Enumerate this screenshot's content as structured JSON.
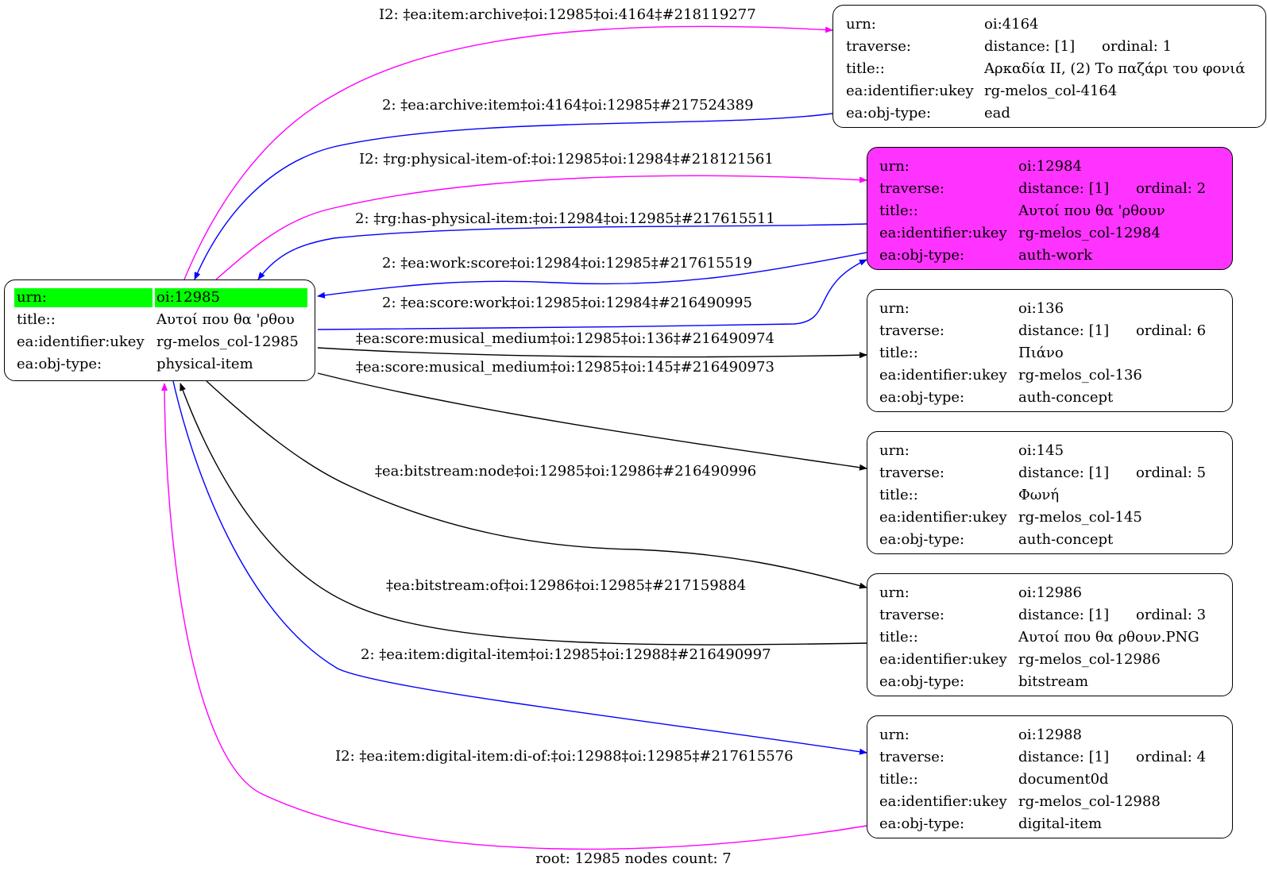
{
  "colors": {
    "root_hl": "#00ff00",
    "selected": "#ff33ff",
    "magenta_edge": "#ff00ff",
    "blue_edge": "#0000ff",
    "black_edge": "#000000"
  },
  "nodes": {
    "n12985": {
      "rows": [
        {
          "k": "urn:",
          "v": "oi:12985"
        },
        {
          "k": "title::",
          "v": "Αυτοί που θα 'ρθου"
        },
        {
          "k": "ea:identifier:ukey",
          "v": "rg-melos_col-12985"
        },
        {
          "k": "ea:obj-type:",
          "v": "physical-item"
        }
      ]
    },
    "n4164": {
      "rows": [
        {
          "k": "urn:",
          "v": "oi:4164"
        },
        {
          "k": "traverse:",
          "v": "distance: [1]",
          "o": "ordinal: 1"
        },
        {
          "k": "title::",
          "v": "Αρκαδία II, (2) Το παζάρι του φονιά"
        },
        {
          "k": "ea:identifier:ukey",
          "v": "rg-melos_col-4164"
        },
        {
          "k": "ea:obj-type:",
          "v": "ead"
        }
      ]
    },
    "n12984": {
      "rows": [
        {
          "k": "urn:",
          "v": "oi:12984"
        },
        {
          "k": "traverse:",
          "v": "distance: [1]",
          "o": "ordinal: 2"
        },
        {
          "k": "title::",
          "v": "Αυτοί που θα 'ρθουν"
        },
        {
          "k": "ea:identifier:ukey",
          "v": "rg-melos_col-12984"
        },
        {
          "k": "ea:obj-type:",
          "v": "auth-work"
        }
      ]
    },
    "n136": {
      "rows": [
        {
          "k": "urn:",
          "v": "oi:136"
        },
        {
          "k": "traverse:",
          "v": "distance: [1]",
          "o": "ordinal: 6"
        },
        {
          "k": "title::",
          "v": "Πιάνο"
        },
        {
          "k": "ea:identifier:ukey",
          "v": "rg-melos_col-136"
        },
        {
          "k": "ea:obj-type:",
          "v": "auth-concept"
        }
      ]
    },
    "n145": {
      "rows": [
        {
          "k": "urn:",
          "v": "oi:145"
        },
        {
          "k": "traverse:",
          "v": "distance: [1]",
          "o": "ordinal: 5"
        },
        {
          "k": "title::",
          "v": "Φωνή"
        },
        {
          "k": "ea:identifier:ukey",
          "v": "rg-melos_col-145"
        },
        {
          "k": "ea:obj-type:",
          "v": "auth-concept"
        }
      ]
    },
    "n12986": {
      "rows": [
        {
          "k": "urn:",
          "v": "oi:12986"
        },
        {
          "k": "traverse:",
          "v": "distance: [1]",
          "o": "ordinal: 3"
        },
        {
          "k": "title::",
          "v": "Αυτοί που θα ρθουν.PNG"
        },
        {
          "k": "ea:identifier:ukey",
          "v": "rg-melos_col-12986"
        },
        {
          "k": "ea:obj-type:",
          "v": "bitstream"
        }
      ]
    },
    "n12988": {
      "rows": [
        {
          "k": "urn:",
          "v": "oi:12988"
        },
        {
          "k": "traverse:",
          "v": "distance: [1]",
          "o": "ordinal: 4"
        },
        {
          "k": "title::",
          "v": "document0d"
        },
        {
          "k": "ea:identifier:ukey",
          "v": "rg-melos_col-12988"
        },
        {
          "k": "ea:obj-type:",
          "v": "digital-item"
        }
      ]
    }
  },
  "edges": [
    {
      "label": "I2: ‡ea:item:archive‡oi:12985‡oi:4164‡#218119277",
      "color": "magenta"
    },
    {
      "label": "2: ‡ea:archive:item‡oi:4164‡oi:12985‡#217524389",
      "color": "blue"
    },
    {
      "label": "I2: ‡rg:physical-item-of:‡oi:12985‡oi:12984‡#218121561",
      "color": "magenta"
    },
    {
      "label": "2: ‡rg:has-physical-item:‡oi:12984‡oi:12985‡#217615511",
      "color": "blue"
    },
    {
      "label": "2: ‡ea:work:score‡oi:12984‡oi:12985‡#217615519",
      "color": "blue"
    },
    {
      "label": "2: ‡ea:score:work‡oi:12985‡oi:12984‡#216490995",
      "color": "blue"
    },
    {
      "label": "‡ea:score:musical_medium‡oi:12985‡oi:136‡#216490974",
      "color": "black"
    },
    {
      "label": "‡ea:score:musical_medium‡oi:12985‡oi:145‡#216490973",
      "color": "black"
    },
    {
      "label": "‡ea:bitstream:node‡oi:12985‡oi:12986‡#216490996",
      "color": "black"
    },
    {
      "label": "‡ea:bitstream:of‡oi:12986‡oi:12985‡#217159884",
      "color": "black"
    },
    {
      "label": "2: ‡ea:item:digital-item‡oi:12985‡oi:12988‡#216490997",
      "color": "blue"
    },
    {
      "label": "I2: ‡ea:item:digital-item:di-of:‡oi:12988‡oi:12985‡#217615576",
      "color": "magenta"
    }
  ],
  "footer": "root: 12985 nodes count: 7"
}
